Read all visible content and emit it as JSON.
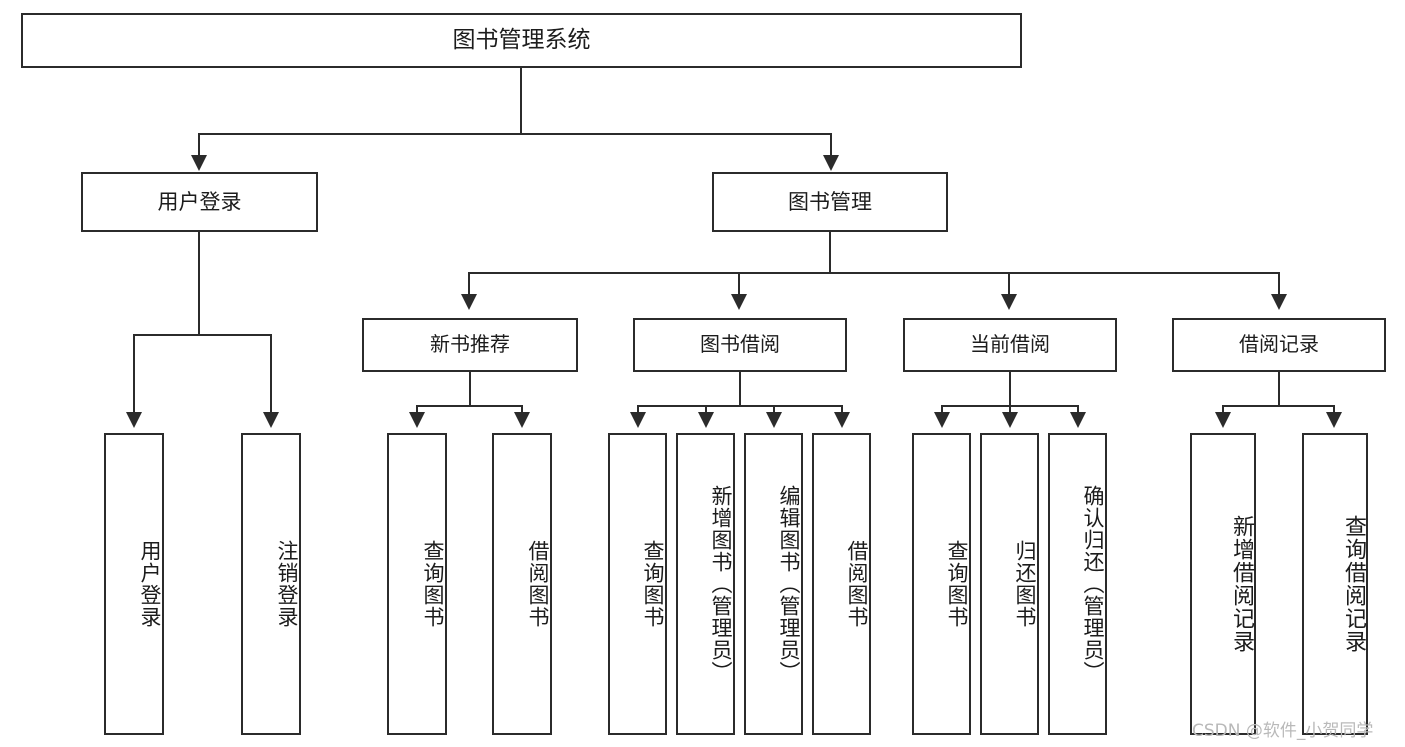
{
  "diagram": {
    "title": "图书管理系统",
    "type": "tree-hierarchy-diagram",
    "watermark": "CSDN @软件_小贺同学",
    "colors": {
      "stroke": "#2b2b2b",
      "background": "#ffffff",
      "text": "#1c1c1c",
      "watermark": "#b9b9b9"
    },
    "nodes": {
      "root": {
        "label": "图书管理系统"
      },
      "level2": [
        {
          "id": "user-login",
          "label": "用户登录"
        },
        {
          "id": "book-management",
          "label": "图书管理"
        }
      ],
      "level3": [
        {
          "id": "new-book-recommend",
          "label": "新书推荐"
        },
        {
          "id": "book-borrow",
          "label": "图书借阅"
        },
        {
          "id": "current-borrow",
          "label": "当前借阅"
        },
        {
          "id": "borrow-record",
          "label": "借阅记录"
        }
      ],
      "leaves": {
        "user_login": [
          {
            "id": "login",
            "label": "用户登录"
          },
          {
            "id": "logout",
            "label": "注销登录"
          }
        ],
        "new_book_recommend": [
          {
            "id": "query-book",
            "label": "查询图书"
          },
          {
            "id": "borrow-book",
            "label": "借阅图书"
          }
        ],
        "book_borrow": [
          {
            "id": "query-book",
            "label": "查询图书"
          },
          {
            "id": "add-book-admin",
            "label": "新增图书（管理员）"
          },
          {
            "id": "edit-book-admin",
            "label": "编辑图书（管理员）"
          },
          {
            "id": "borrow-book",
            "label": "借阅图书"
          }
        ],
        "current_borrow": [
          {
            "id": "query-book",
            "label": "查询图书"
          },
          {
            "id": "return-book",
            "label": "归还图书"
          },
          {
            "id": "confirm-return-admin",
            "label": "确认归还（管理员）"
          }
        ],
        "borrow_record": [
          {
            "id": "add-borrow-record",
            "label": "新增借阅记录"
          },
          {
            "id": "query-borrow-record",
            "label": "查询借阅记录"
          }
        ]
      }
    }
  }
}
